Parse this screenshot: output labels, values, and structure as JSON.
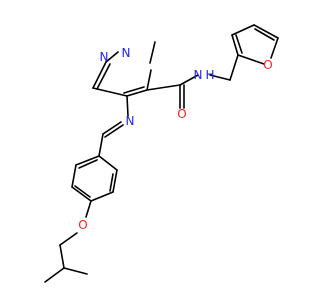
{
  "structure": {
    "atoms": [
      {
        "symbol": "N",
        "color": "#1f1fff"
      },
      {
        "symbol": "N",
        "color": "#1f1fff"
      },
      {
        "symbol": "N",
        "color": "#1f1fff"
      },
      {
        "symbol": "H",
        "color": "#1f1fff"
      },
      {
        "symbol": "N",
        "color": "#1f1fff"
      },
      {
        "symbol": "O",
        "color": "#ff1f1f"
      },
      {
        "symbol": "O",
        "color": "#ff1f1f"
      },
      {
        "symbol": "O",
        "color": "#ff1f1f"
      }
    ],
    "colors": {
      "bond": "#000000",
      "nitrogen": "#1f1fff",
      "oxygen": "#ff1f1f"
    }
  }
}
